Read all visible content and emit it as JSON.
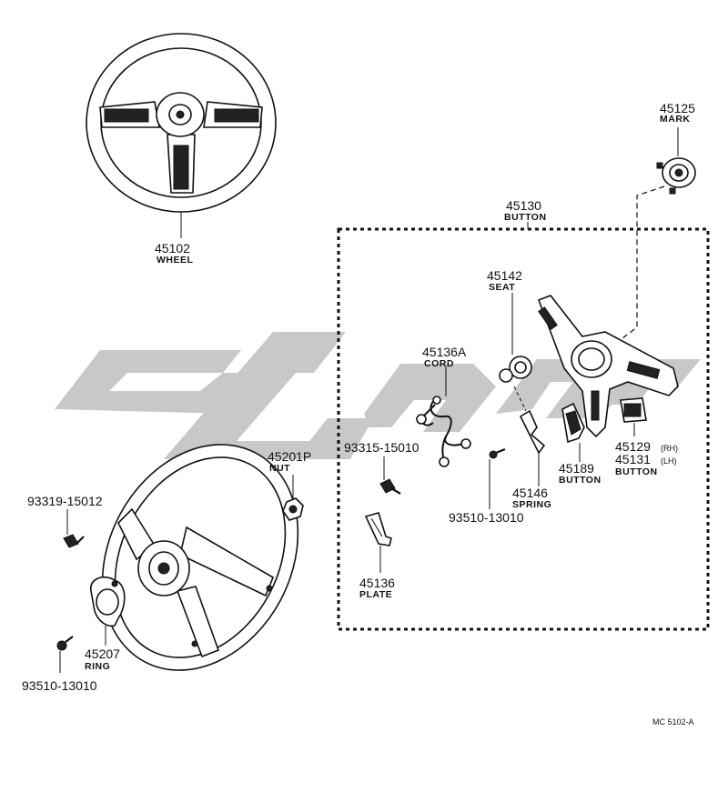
{
  "diagram": {
    "ref_code": "MC  5102-A",
    "watermark_colors": {
      "gray": "#c8c8c8"
    },
    "parts": [
      {
        "id": "wheel",
        "number": "45102",
        "name": "WHEEL"
      },
      {
        "id": "mark",
        "number": "45125",
        "name": "MARK"
      },
      {
        "id": "button-assy",
        "number": "45130",
        "name": "BUTTON"
      },
      {
        "id": "seat",
        "number": "45142",
        "name": "SEAT"
      },
      {
        "id": "cord",
        "number": "45136A",
        "name": "CORD"
      },
      {
        "id": "nut",
        "number": "45201P",
        "name": "NUT"
      },
      {
        "id": "screw-a",
        "number": "93315-15010",
        "name": ""
      },
      {
        "id": "screw-b",
        "number": "93319-15012",
        "name": ""
      },
      {
        "id": "ring",
        "number": "45207",
        "name": "RING"
      },
      {
        "id": "screw-c",
        "number": "93510-13010",
        "name": ""
      },
      {
        "id": "screw-d",
        "number": "93510-13010",
        "name": ""
      },
      {
        "id": "plate",
        "number": "45136",
        "name": "PLATE"
      },
      {
        "id": "spring",
        "number": "45146",
        "name": "SPRING"
      },
      {
        "id": "button-center",
        "number": "45189",
        "name": "BUTTON"
      },
      {
        "id": "button-rh",
        "number": "45129",
        "name": "(RH)"
      },
      {
        "id": "button-lh",
        "number": "45131",
        "name": "(LH)"
      },
      {
        "id": "button-side",
        "number": "",
        "name": "BUTTON"
      }
    ]
  }
}
